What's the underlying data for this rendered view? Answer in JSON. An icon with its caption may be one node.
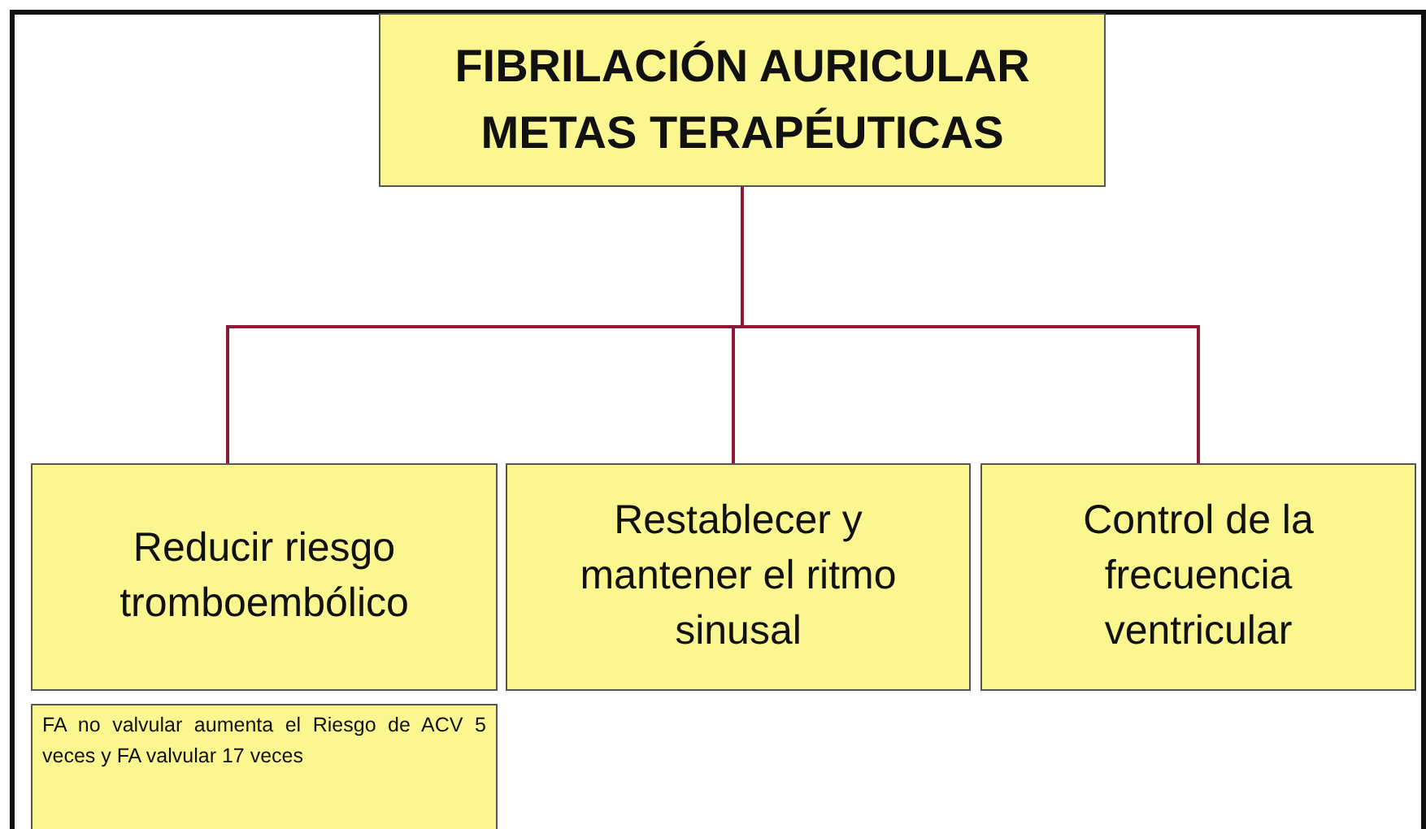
{
  "diagram": {
    "nodes": [
      {
        "text": [
          "FIBRILACIÓN AURICULAR METAS TERAPÉUTICAS"
        ]
      },
      {
        "text": [
          "Reducir riesgo tromboembólico"
        ]
      },
      {
        "text": [
          "Restablecer y mantener el ritmo sinusal"
        ]
      },
      {
        "text": [
          "Control de la frecuencia ventricular"
        ]
      },
      {
        "text": [
          "FA no valvular aumenta el Riesgo de ACV 5 veces y FA valvular 17 veces"
        ]
      }
    ],
    "edges": [
      {
        "from": 0,
        "to": 1,
        "arrow": "none"
      },
      {
        "from": 0,
        "to": 2,
        "arrow": "none"
      },
      {
        "from": 0,
        "to": 3,
        "arrow": "none"
      }
    ]
  }
}
